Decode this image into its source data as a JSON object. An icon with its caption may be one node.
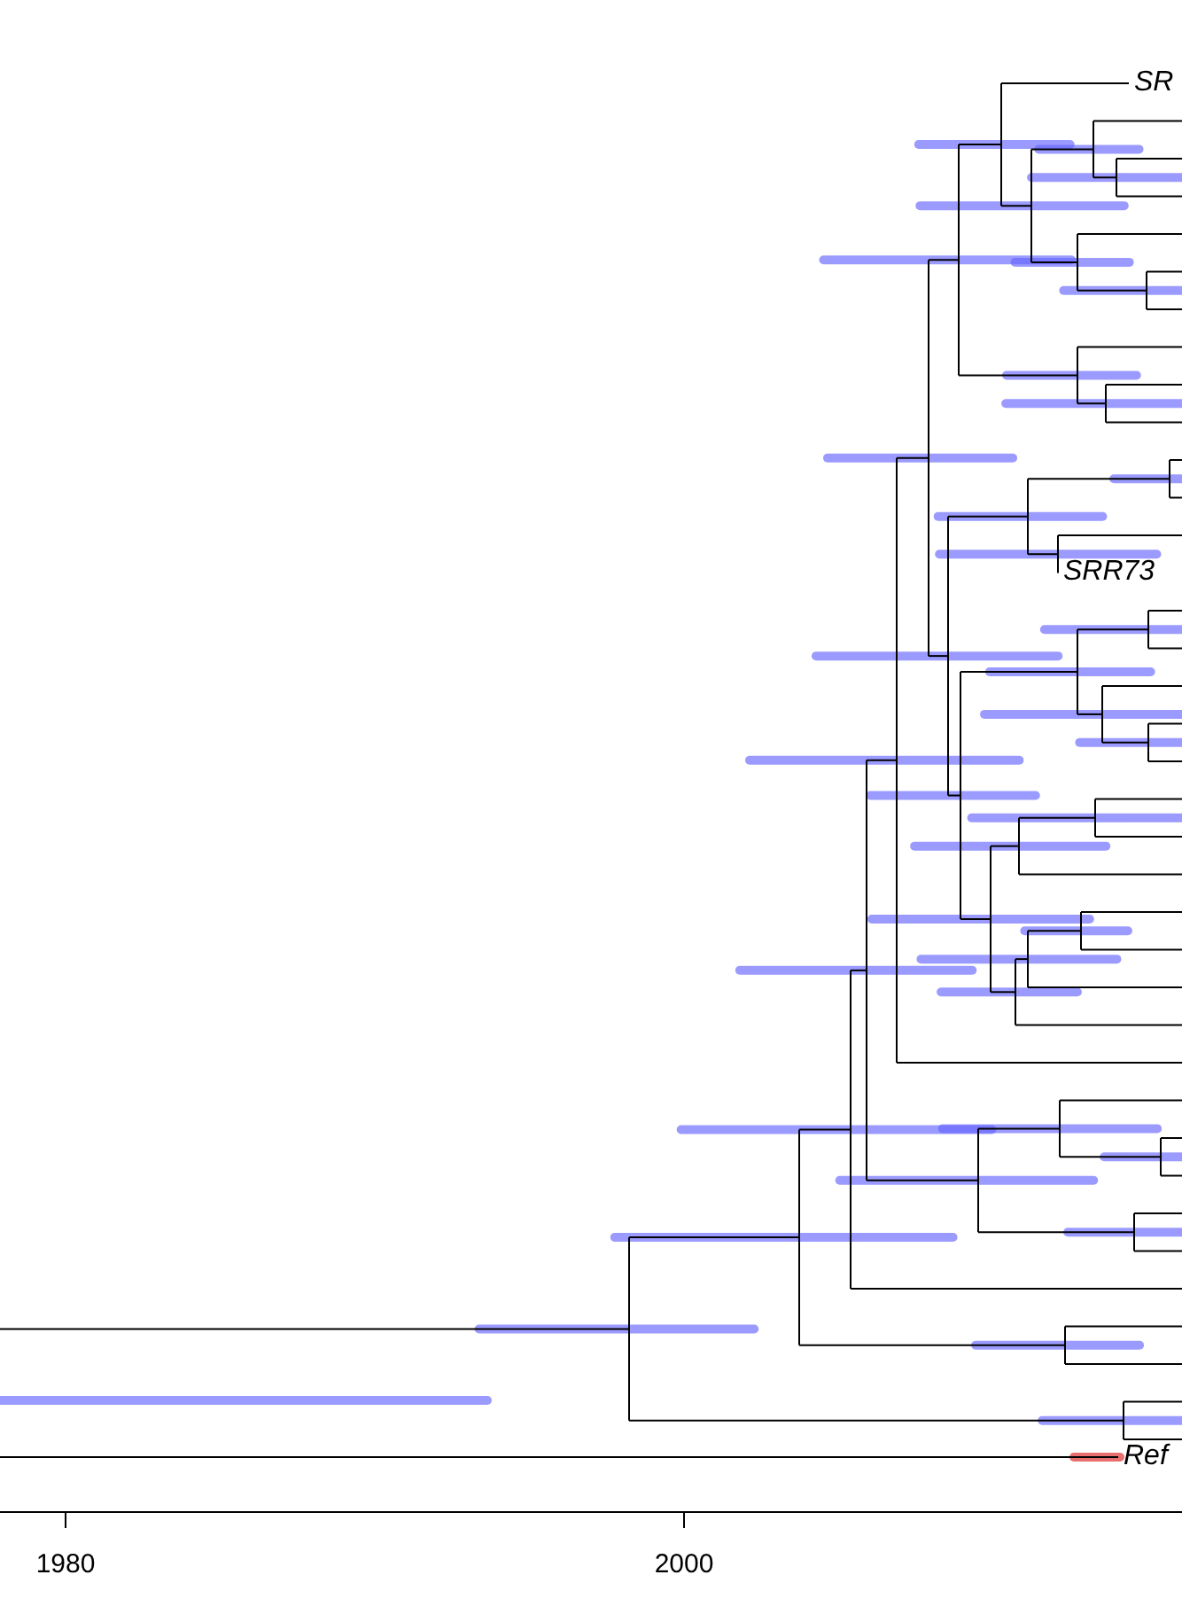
{
  "diagram": {
    "labels": [
      "SR",
      "SRR73",
      "Ref",
      "1980",
      "2000"
    ]
  }
}
